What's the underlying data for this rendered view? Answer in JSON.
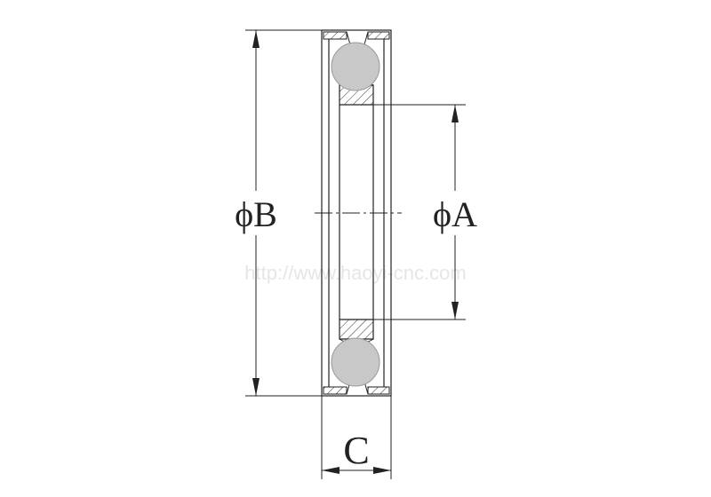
{
  "diagram": {
    "type": "bearing-cross-section",
    "labels": {
      "outer_diameter": "ϕB",
      "inner_diameter": "ϕA",
      "width": "C"
    },
    "watermark": "http://www.haoyi-cnc.com",
    "colors": {
      "line": "#222222",
      "ball": "#c8c8c8",
      "ball_edge": "#9a9a9a",
      "watermark": "#e6e6e6"
    }
  }
}
